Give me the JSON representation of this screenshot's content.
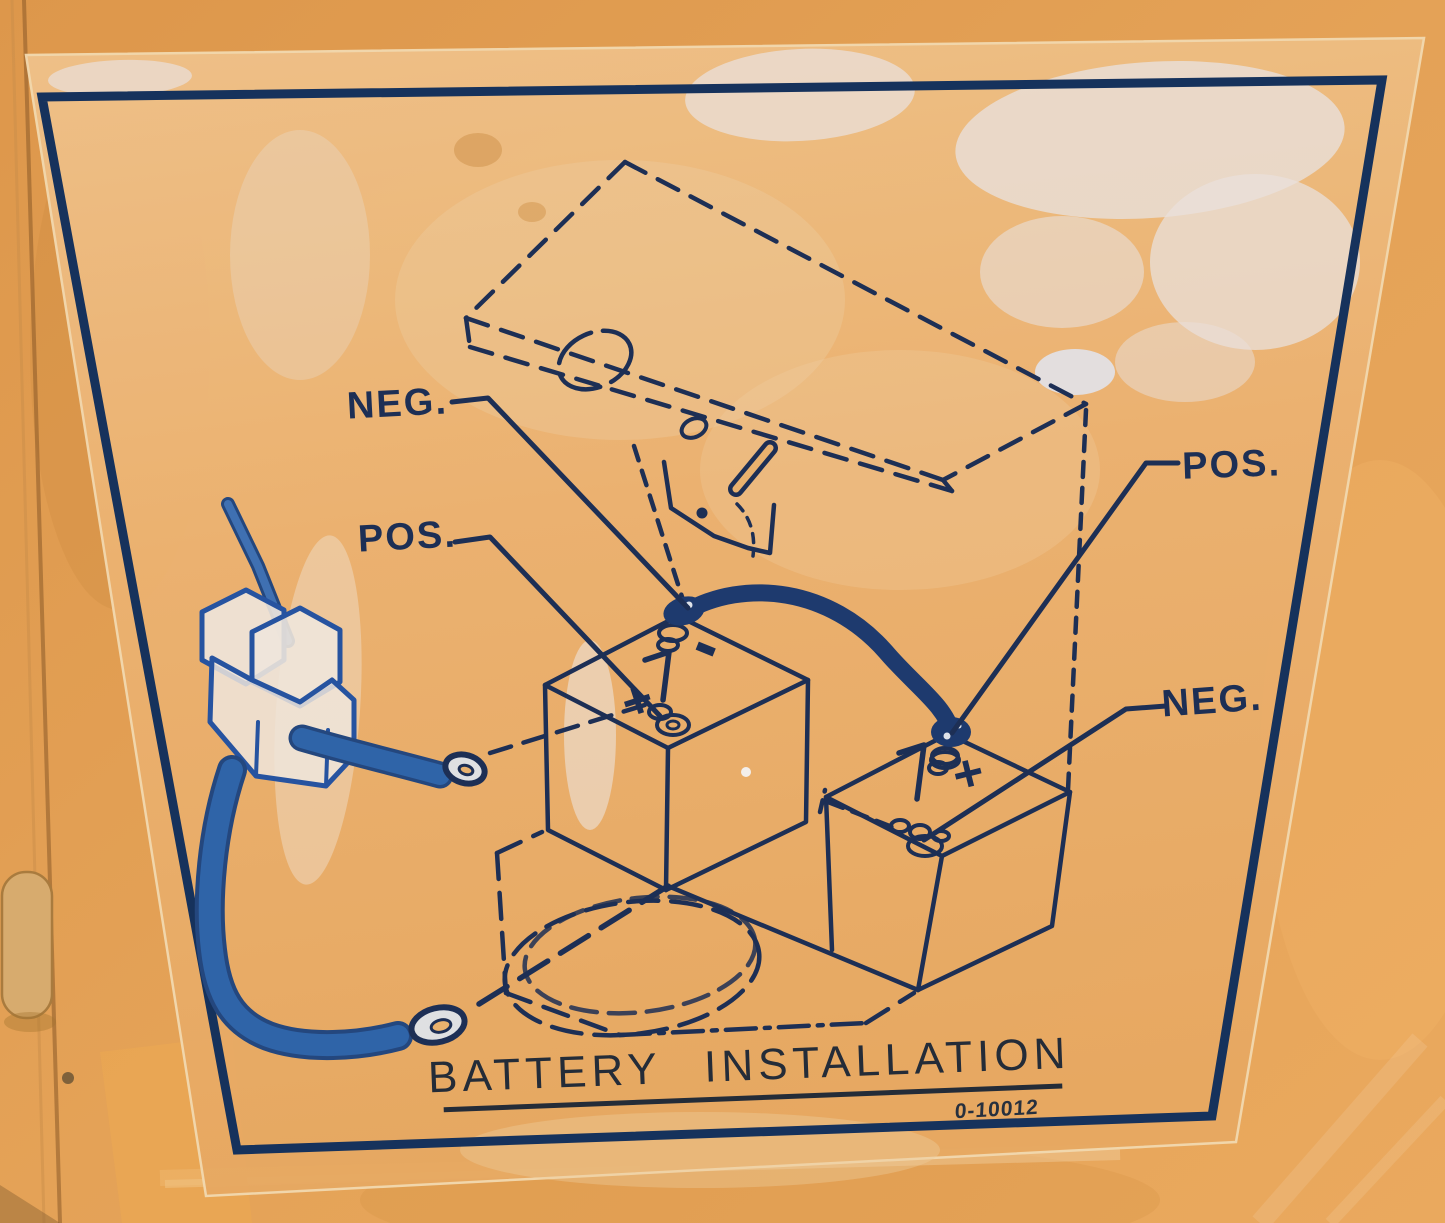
{
  "decal": {
    "title": "BATTERY INSTALLATION",
    "part_number": "0-10012",
    "callouts": {
      "left_negative": "NEG.",
      "left_positive": "POS.",
      "right_positive": "POS.",
      "right_negative": "NEG."
    },
    "terminal_markings": {
      "positive": "+",
      "negative": "-"
    },
    "colors": {
      "machine_paint_orange": "#e09b50",
      "decal_background": "#ecb271",
      "diagram_line_navy": "#1d2f55",
      "cable_blue": "#2f64a8",
      "worn_paint_white": "#e8e1dc"
    }
  }
}
